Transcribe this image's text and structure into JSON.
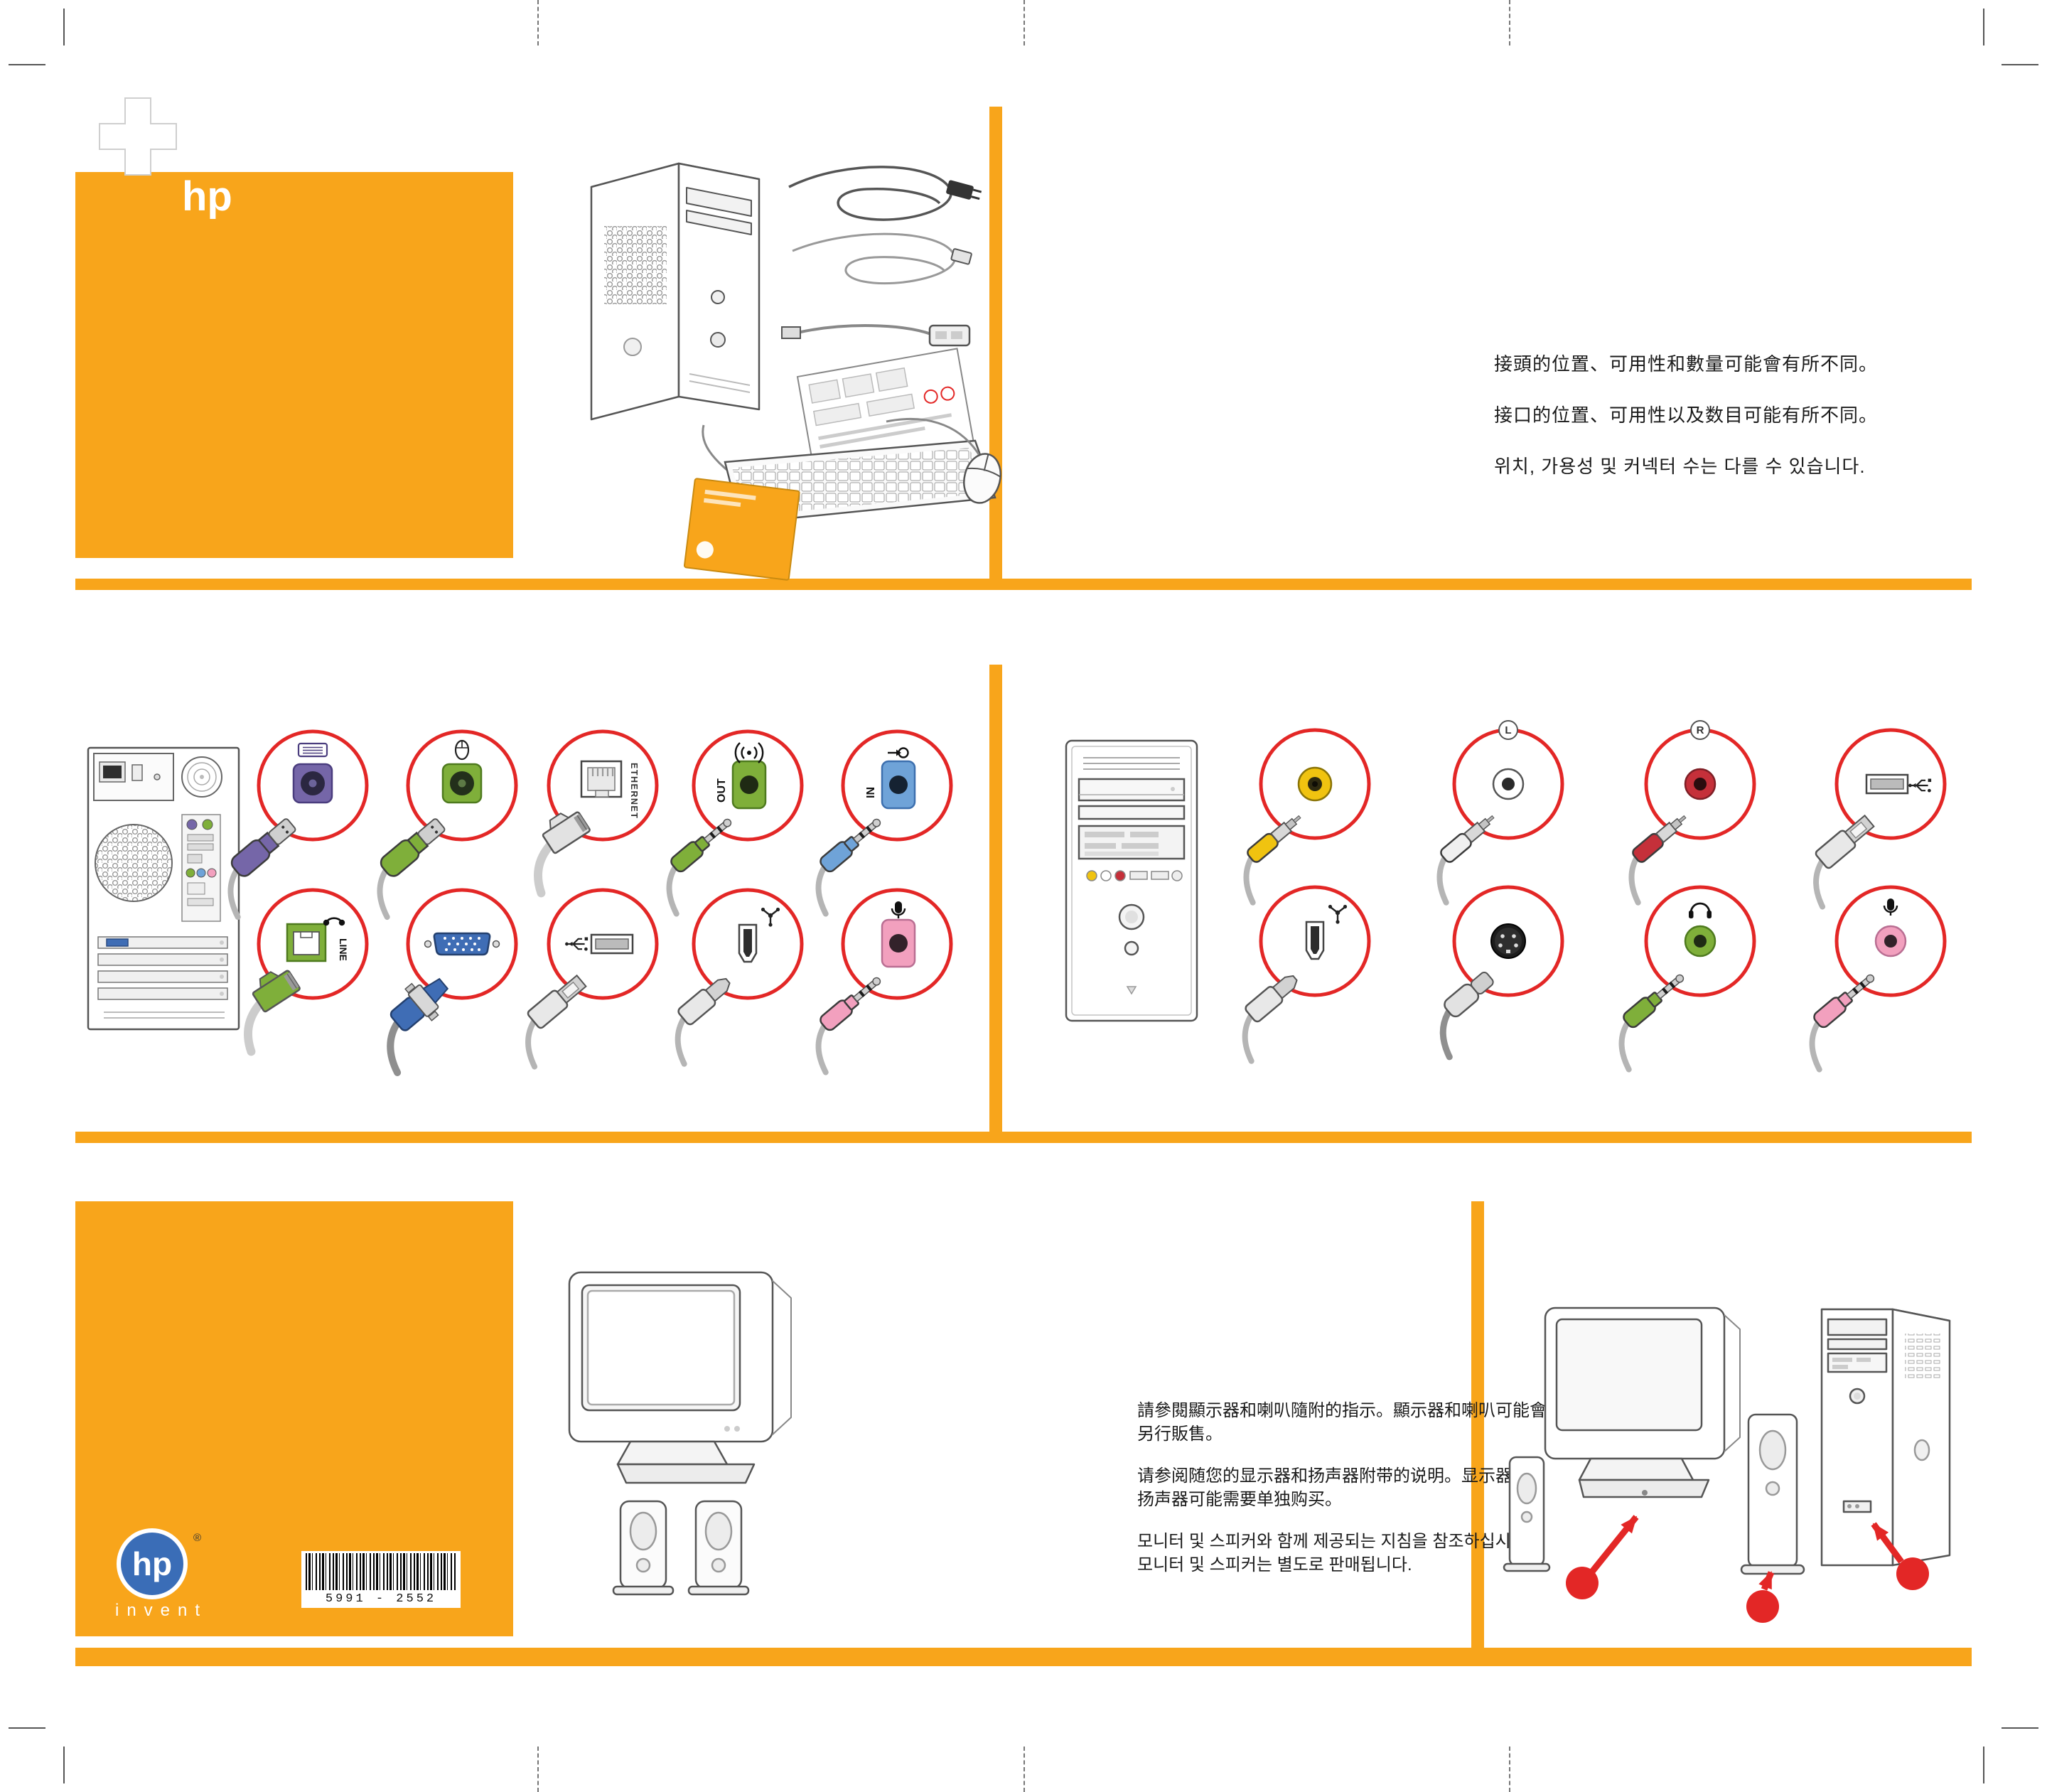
{
  "colors": {
    "accent": "#F8A51B",
    "red": "#E32726",
    "purple": "#7566A8",
    "green": "#7FAF3A",
    "blue": "#6FA3D8",
    "vga": "#3F6DB5",
    "pink": "#F2A0BE",
    "yellow": "#F0C310",
    "rca-red": "#C5303A",
    "hp-blue": "#3A6DB7"
  },
  "brand": {
    "logo_text": "hp",
    "invent": "invent",
    "registered": "®",
    "barcode": "5991 - 2552"
  },
  "top_notes": {
    "zh_hant": "接頭的位置、可用性和數量可能會有所不同。",
    "zh_hans": "接口的位置、可用性以及数目可能有所不同。",
    "ko": "위치, 가용성 및 커넥터 수는 다를 수 있습니다."
  },
  "bottom_notes": {
    "zh_hant_1": "請參閱顯示器和喇叭隨附的指示。顯示器和喇叭可能會",
    "zh_hant_2": "另行販售。",
    "zh_hans_1": "请参阅随您的显示器和扬声器附带的说明。显示器和",
    "zh_hans_2": "扬声器可能需要单独购买。",
    "ko_1": "모니터 및 스피커와 함께 제공되는 지침을 참조하십시오.",
    "ko_2": "모니터 및 스피커는 별도로 판매됩니다."
  },
  "connectors": {
    "back_row1": [
      {
        "name": "ps2-keyboard",
        "color": "#7566A8",
        "label": ""
      },
      {
        "name": "ps2-mouse",
        "color": "#7FAF3A",
        "label": ""
      },
      {
        "name": "ethernet",
        "color": "#D9D9D9",
        "label": "ETHERNET"
      },
      {
        "name": "audio-line-out",
        "color": "#7FAF3A",
        "label": "OUT"
      },
      {
        "name": "audio-line-in",
        "color": "#6FA3D8",
        "label": "IN"
      }
    ],
    "back_row2": [
      {
        "name": "modem-line",
        "color": "#7FAF3A",
        "label": "LINE"
      },
      {
        "name": "vga-monitor",
        "color": "#3F6DB5",
        "label": ""
      },
      {
        "name": "usb",
        "color": "#D9D9D9",
        "label": ""
      },
      {
        "name": "firewire-1394",
        "color": "#D9D9D9",
        "label": ""
      },
      {
        "name": "microphone",
        "color": "#F2A0BE",
        "label": ""
      }
    ],
    "front_row1": [
      {
        "name": "composite-video",
        "color": "#F0C310",
        "label": ""
      },
      {
        "name": "audio-left",
        "color": "#FFFFFF",
        "label": "L"
      },
      {
        "name": "audio-right",
        "color": "#C5303A",
        "label": "R"
      },
      {
        "name": "usb",
        "color": "#D9D9D9",
        "label": ""
      }
    ],
    "front_row2": [
      {
        "name": "firewire-1394",
        "color": "#D9D9D9",
        "label": ""
      },
      {
        "name": "s-video",
        "color": "#222222",
        "label": ""
      },
      {
        "name": "headphones",
        "color": "#7FAF3A",
        "label": ""
      },
      {
        "name": "microphone",
        "color": "#F2A0BE",
        "label": ""
      }
    ]
  }
}
